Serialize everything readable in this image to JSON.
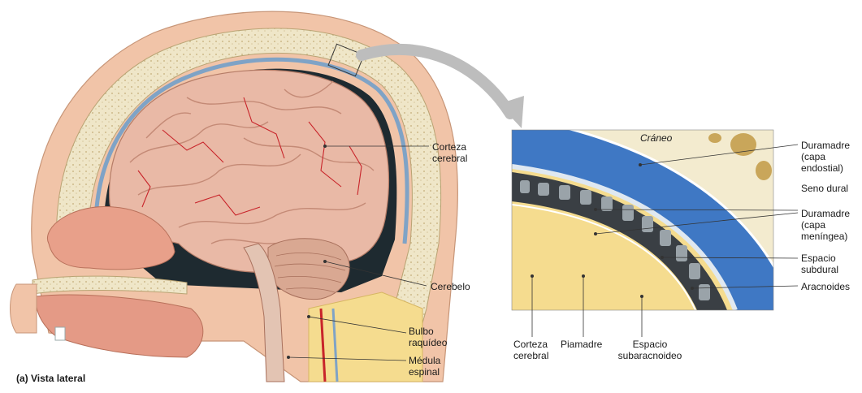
{
  "left_figure": {
    "labels": {
      "corteza": "Corteza\ncerebral",
      "cerebelo": "Cerebelo",
      "bulbo": "Bulbo\nraquídeo",
      "medula": "Médula\nespinal"
    },
    "caption": "(a) Vista lateral"
  },
  "right_figure": {
    "labels": {
      "craneo": "Cráneo",
      "duramadre_endostial": "Duramadre\n(capa\nendostial)",
      "seno_dural": "Seno dural",
      "duramadre_meningea": "Duramadre\n(capa\nmeníngea)",
      "espacio_subdural": "Espacio\nsubdural",
      "aracnoides": "Aracnoides",
      "corteza": "Corteza\ncerebral",
      "piamadre": "Piamadre",
      "espacio_subaracnoideo": "Espacio\nsubaracnoideo"
    }
  },
  "colors": {
    "brain": "#e9b9a6",
    "brain_gyri": "#f2cdbd",
    "vessels": "#c8242a",
    "skin": "#f1c4a8",
    "bone": "#efe6c8",
    "bone_dark": "#cdb98a",
    "meninges_blue": "#7fa3c6",
    "sinus_blue": "#3f78c4",
    "dark_ventricle": "#1e2a30",
    "yellow_tissue": "#f5dc8f",
    "mesh": "#3a3f44"
  }
}
